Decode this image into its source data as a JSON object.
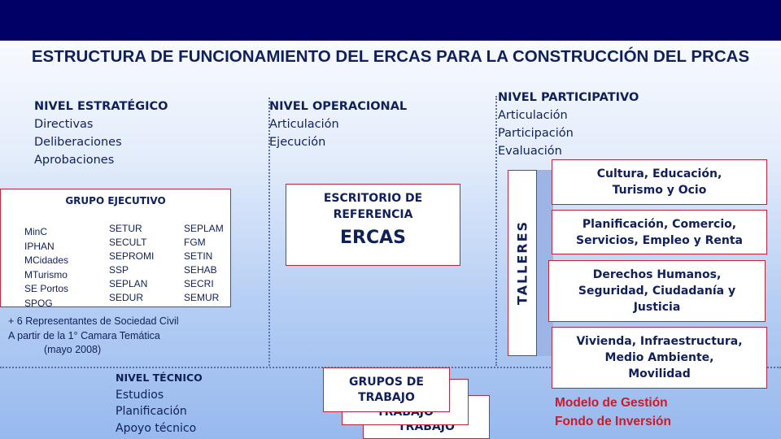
{
  "title": "ESTRUCTURA DE FUNCIONAMIENTO DEL ERCAS PARA LA CONSTRUCCIÓN DEL PRCAS",
  "levels": {
    "strategic": {
      "head": "NIVEL ESTRATÉGICO",
      "items": [
        "Directivas",
        "Deliberaciones",
        "Aprobaciones"
      ]
    },
    "operational": {
      "head": "NIVEL OPERACIONAL",
      "items": [
        "Articulación",
        "Ejecución"
      ]
    },
    "participative": {
      "head": "NIVEL PARTICIPATIVO",
      "items": [
        "Articulación",
        "Participación",
        "Evaluación"
      ]
    },
    "technical": {
      "head": "NIVEL TÉCNICO",
      "items": [
        "Estudios",
        "Planificación",
        "Apoyo técnico"
      ]
    }
  },
  "grupo_ejecutivo": {
    "title": "GRUPO EJECUTIVO",
    "col1": [
      "MinC",
      "IPHAN",
      "MCidades",
      "MTurismo",
      "SE Portos",
      "SPOG"
    ],
    "col2": [
      "SETUR",
      "SECULT",
      "SEPROMI",
      "SSP",
      "SEPLAN",
      "SEDUR"
    ],
    "col3": [
      "SEPLAM",
      "FGM",
      "SETIN",
      "SEHAB",
      "SECRI",
      "SEMUR"
    ]
  },
  "note": [
    "+ 6 Representantes de Sociedad Civil",
    "A partir  de la 1° Camara Temática",
    "(mayo 2008)"
  ],
  "escritorio": {
    "title_line1": "ESCRITORIO DE",
    "title_line2": "REFERENCIA",
    "name": "ERCAS"
  },
  "talleres": {
    "label": "TALLERES",
    "themes": [
      [
        "Cultura, Educación,",
        "Turismo y Ocio"
      ],
      [
        "Planificación, Comercio,",
        "Servicios, Empleo y Renta"
      ],
      [
        "Derechos Humanos,",
        "Seguridad, Ciudadanía y",
        "Justicia"
      ],
      [
        "Vivienda, Infraestructura,",
        "Medio Ambiente,",
        "Movilidad"
      ]
    ]
  },
  "grupos": {
    "front": [
      "GRUPOS DE",
      "TRABAJO"
    ],
    "middle": [
      "TRABAJO"
    ],
    "back": [
      "E",
      "TRABAJO"
    ]
  },
  "model": [
    "Modelo de Gestión",
    "Fondo de Inversión"
  ],
  "colors": {
    "topbar": "#000066",
    "box_border": "#c0243a",
    "accent_text": "#cc1a2a",
    "text": "#10205a"
  }
}
